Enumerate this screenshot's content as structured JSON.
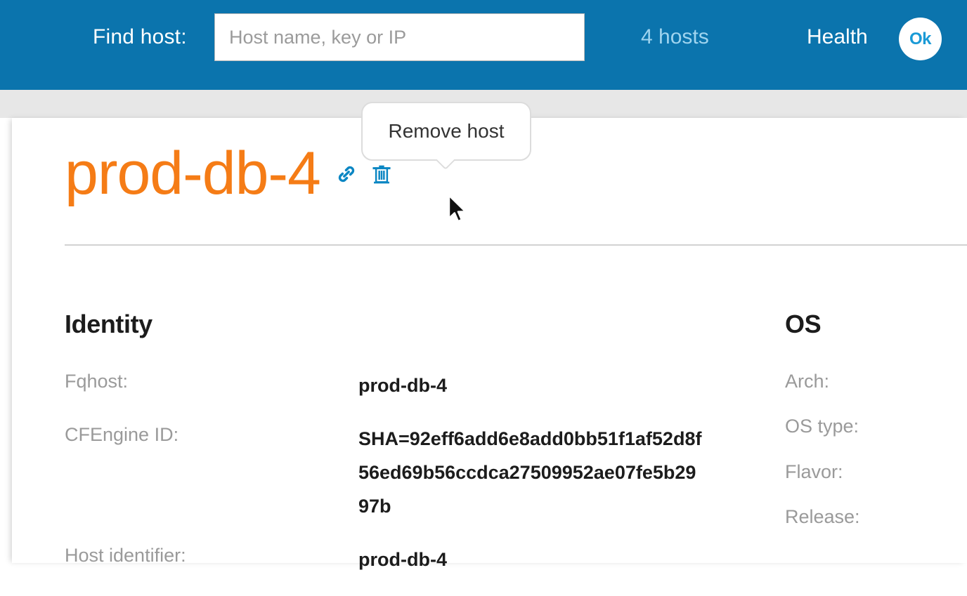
{
  "header": {
    "find_host_label": "Find host:",
    "search_placeholder": "Host name, key or IP",
    "search_value": "",
    "hosts_count": "4 hosts",
    "health_label": "Health",
    "health_status": "Ok",
    "bar_color": "#0b74ad",
    "hosts_count_color": "#9fd4ef",
    "health_badge_text_color": "#1a9ad6"
  },
  "page": {
    "host_title": "prod-db-4",
    "host_title_color": "#f57c16",
    "icons": [
      {
        "name": "link-icon",
        "title": "Copy link"
      },
      {
        "name": "trash-icon",
        "title": "Remove host"
      }
    ]
  },
  "tooltip": {
    "text": "Remove host",
    "visible": true
  },
  "sections": {
    "identity": {
      "title": "Identity",
      "rows": [
        {
          "label": "Fqhost:",
          "value": "prod-db-4"
        },
        {
          "label": "CFEngine ID:",
          "value": "SHA=92eff6add6e8add0bb51f1af52d8f56ed69b56ccdca27509952ae07fe5b2997b"
        },
        {
          "label": "Host identifier:",
          "value": "prod-db-4"
        }
      ]
    },
    "os": {
      "title": "OS",
      "rows": [
        {
          "label": "Arch:",
          "value": ""
        },
        {
          "label": "OS type:",
          "value": ""
        },
        {
          "label": "Flavor:",
          "value": ""
        },
        {
          "label": "Release:",
          "value": ""
        }
      ]
    }
  }
}
